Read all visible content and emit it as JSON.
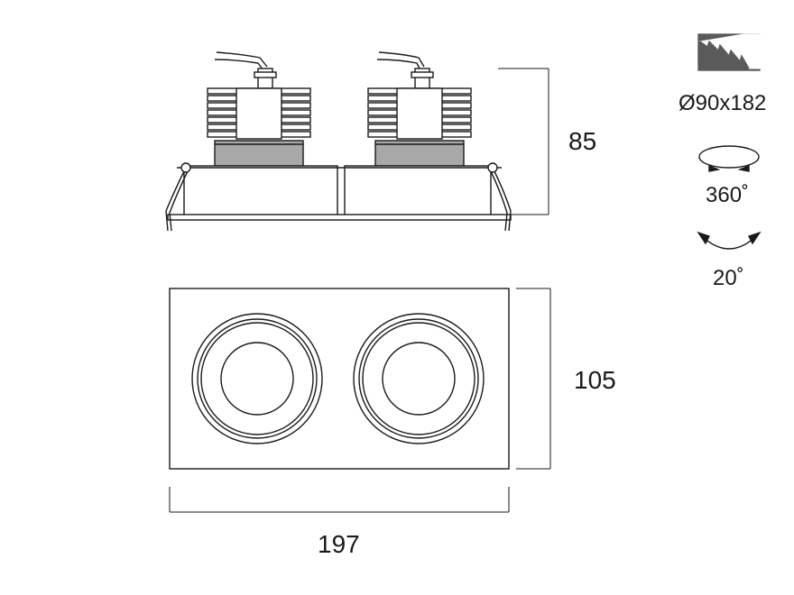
{
  "dimensions": {
    "height": "85",
    "depth": "105",
    "width": "197"
  },
  "specs": {
    "cutout": "Ø90x182",
    "rotation": "360˚",
    "tilt": "20˚"
  },
  "icons": [
    "ceiling-cutout-icon",
    "rotation-360-icon",
    "tilt-arc-icon"
  ],
  "colors": {
    "line": "#1a1a1a",
    "fill_body": "#a8a8a8",
    "icon_fill": "#5a5a5a"
  }
}
